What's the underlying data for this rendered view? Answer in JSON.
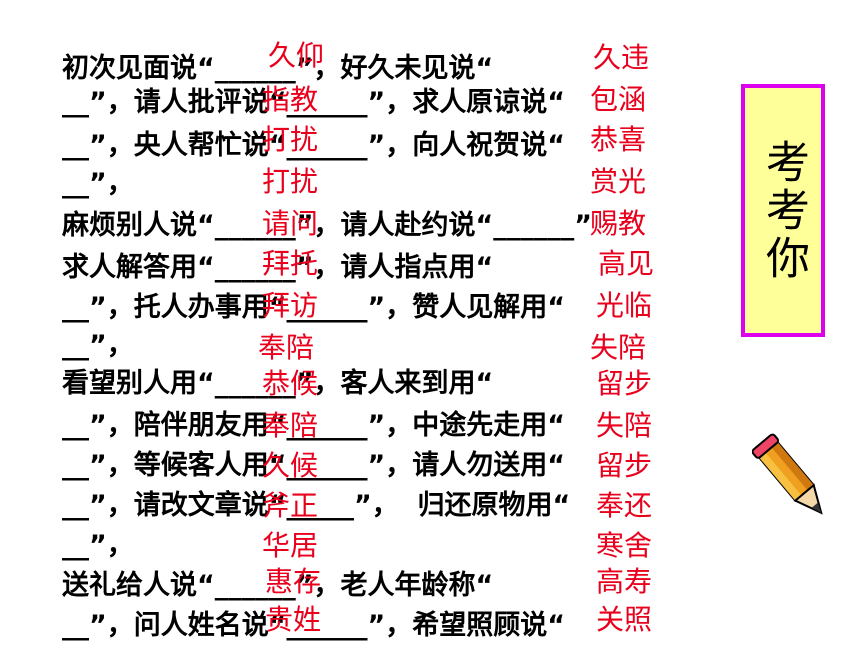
{
  "worksheet": {
    "lines": [
      "初次见面说“______”，好久未见说“",
      "__”，请人批评说“______”，求人原谅说“",
      "__”，央人帮忙说“______”，向人祝贺说“",
      "__”，",
      "麻烦别人说“______”，请人赴约说“______”",
      "求人解答用“______”，请人指点用“",
      "__”，托人办事用“______”，赞人见解用“",
      "__”，",
      "看望别人用“______”，客人来到用“",
      "__”，陪伴朋友用“______”，中途先走用“",
      "__”，等候客人用“______”，请人勿送用“",
      "__”，请改文章说“_____”，  归还原物用“",
      "__”，",
      "送礼给人说“______”，老人年龄称“",
      "__”，问人姓名说“______”，希望照顾说“"
    ]
  },
  "answers_left": [
    "久仰",
    "指教",
    "打扰",
    "打扰",
    "请问",
    "拜托",
    "拜访",
    "奉陪",
    "恭候",
    "奉陪",
    "久候",
    "斧正",
    "华居",
    "惠存",
    "贵姓"
  ],
  "answers_right": [
    "久违",
    "包涵",
    "恭喜",
    "赏光",
    "赐教",
    "高见",
    "光临",
    "失陪",
    "留步",
    "失陪",
    "留步",
    "奉还",
    "寒舍",
    "高寿",
    "关照"
  ],
  "panel": {
    "title": "考考你"
  }
}
